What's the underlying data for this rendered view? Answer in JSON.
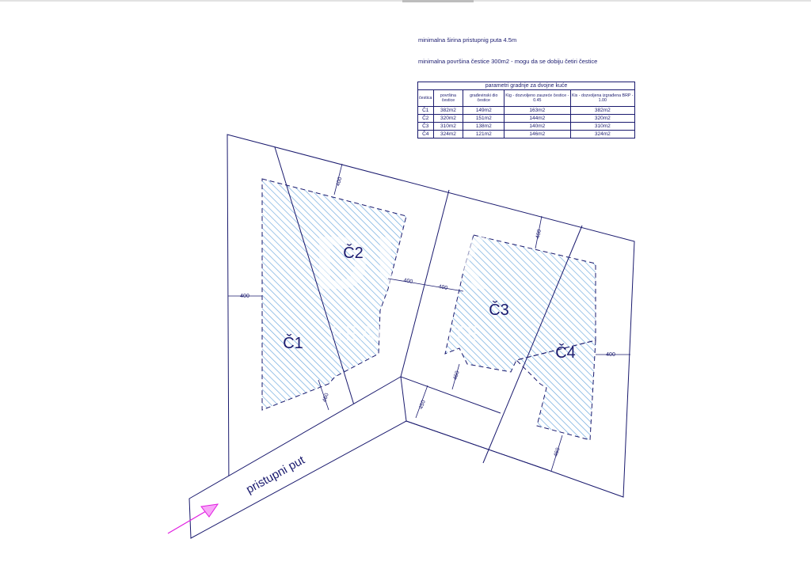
{
  "notes": {
    "line1": "minimalna širina pristupnig puta 4.5m",
    "line2": "minimalna površina čestice 300m2 - mogu da se dobiju četiri čestice"
  },
  "table": {
    "caption": "parametri gradnje za dvojne kuće",
    "headers": [
      "čestica",
      "površina čestice",
      "građevinski dio čestice",
      "Kig - dozvoljeno zauzeće čestice - 0.45",
      "Kis - dozvoljena izgrađena BRP - 1.00"
    ],
    "rows": [
      [
        "Č1",
        "382m2",
        "149m2",
        "163m2",
        "382m2"
      ],
      [
        "Č2",
        "320m2",
        "151m2",
        "144m2",
        "320m2"
      ],
      [
        "Č3",
        "310m2",
        "138m2",
        "140m2",
        "310m2"
      ],
      [
        "Č4",
        "324m2",
        "121m2",
        "146m2",
        "324m2"
      ]
    ]
  },
  "parcels": {
    "c1": "Č1",
    "c2": "Č2",
    "c3": "Č3",
    "c4": "Č4"
  },
  "road_label": "pristupni put",
  "dimensions": {
    "d_left": "400",
    "d_top_c2": "400",
    "d_mid_a": "400",
    "d_mid_b": "400",
    "d_top_c4": "400",
    "d_right": "400",
    "d_c1_bottom": "460",
    "d_c3_bottom": "460",
    "d_road_width": "450",
    "d_c4_bottom": "460"
  },
  "watermark": {
    "brand": "DUX",
    "tagline": "REAL ESTATE"
  },
  "colors": {
    "line": "#1a1a6e",
    "hatch": "#6aa6dc",
    "arrow": "#e01ee0"
  }
}
